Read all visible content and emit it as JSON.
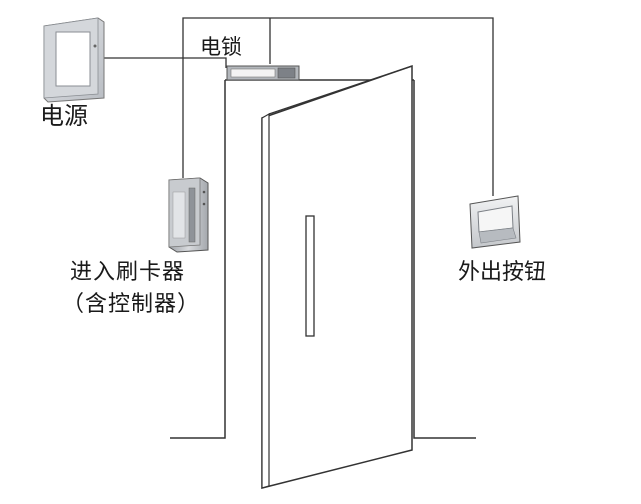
{
  "labels": {
    "power_supply": "电源",
    "electric_lock": "电锁",
    "card_reader_line1": "进入刷卡器",
    "card_reader_line2": "（含控制器）",
    "exit_button": "外出按钮"
  },
  "colors": {
    "line": "#333333",
    "background": "#ffffff",
    "device_grey": "#c9ccd0",
    "device_dark": "#8c9096",
    "door_fill": "#ffffff"
  }
}
